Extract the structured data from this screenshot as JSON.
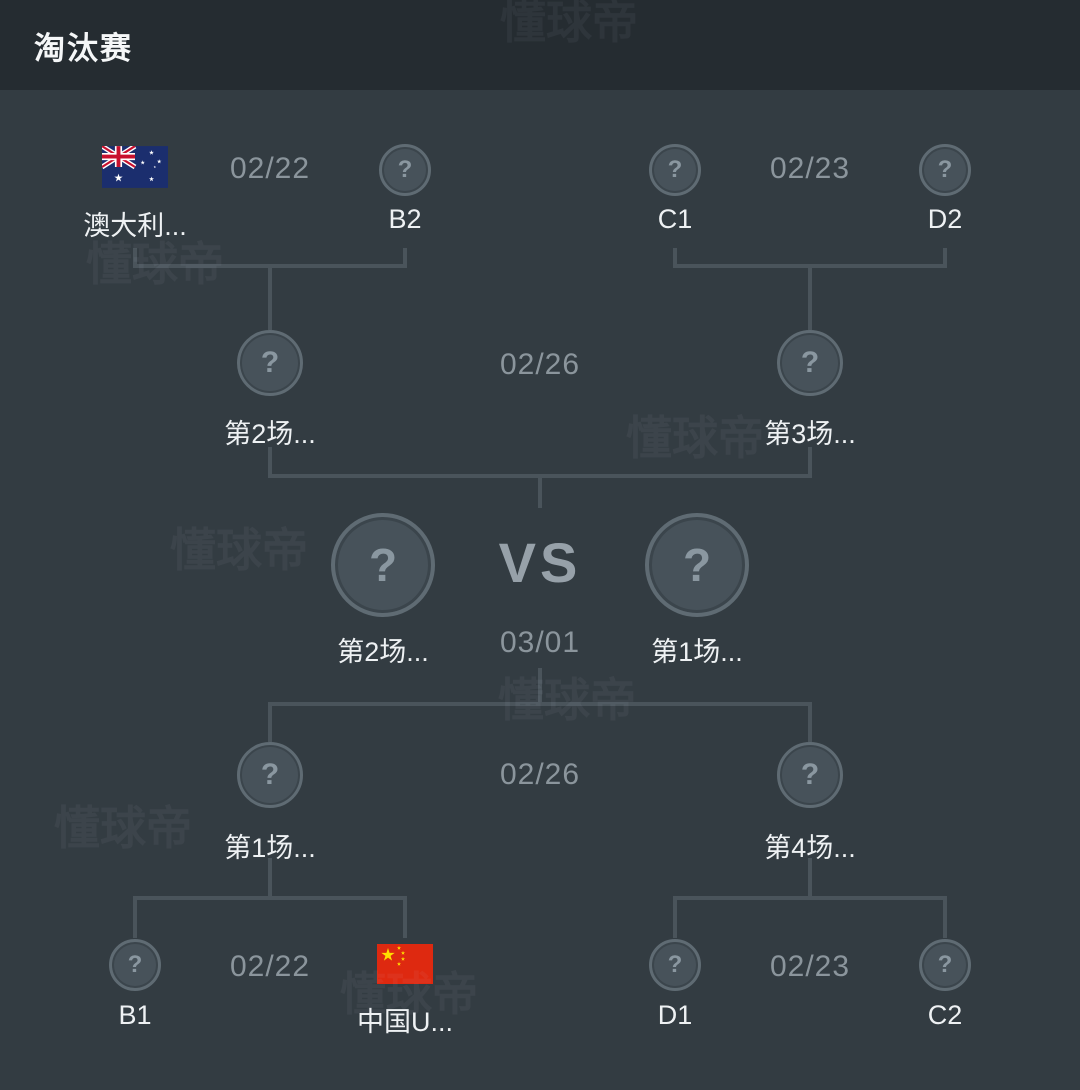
{
  "header": {
    "title": "淘汰赛"
  },
  "unknown_mark": "?",
  "vs_label": "VS",
  "watermark_text": "懂球帝",
  "colors": {
    "background": "#333c42",
    "header_bar": "#252c31",
    "bracket_line": "#4a545b",
    "circle_fill": "#47525a",
    "circle_border": "#5f6b73",
    "date_text": "#8b959c",
    "label_text": "#eef1f3",
    "australia_flag_blue": "#1b2e6e",
    "china_flag_red": "#de2910",
    "china_flag_yellow": "#ffde00"
  },
  "rounds": {
    "quarterfinals": {
      "top_left": {
        "date": "02/22",
        "home": "澳大利...",
        "away": "B2"
      },
      "top_right": {
        "date": "02/23",
        "home": "C1",
        "away": "D2"
      },
      "bottom_left": {
        "date": "02/22",
        "home": "B1",
        "away": "中国U..."
      },
      "bottom_right": {
        "date": "02/23",
        "home": "D1",
        "away": "C2"
      }
    },
    "semifinals": {
      "upper": {
        "date": "02/26",
        "left": "第2场...",
        "right": "第3场..."
      },
      "lower": {
        "date": "02/26",
        "left": "第1场...",
        "right": "第4场..."
      }
    },
    "final": {
      "date": "03/01",
      "left": "第2场...",
      "right": "第1场..."
    }
  }
}
